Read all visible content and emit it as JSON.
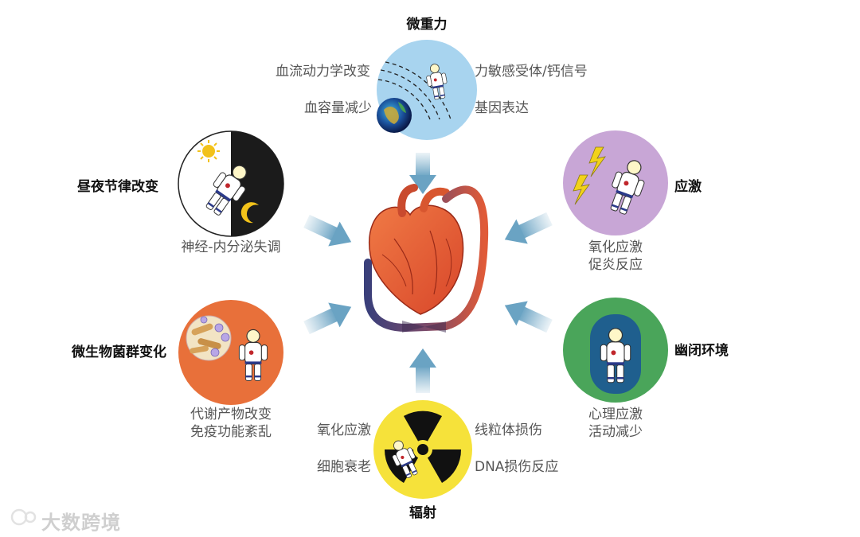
{
  "colors": {
    "arrow": "#7fb0cc",
    "heart": "#e2603a",
    "vein": "#3a3f7a",
    "microgravity_bg": "#a8d4ef",
    "circadian_day": "#ffffff",
    "circadian_night": "#1b1b1b",
    "stress_bg": "#c8a6d6",
    "microbiome_bg": "#e8703a",
    "confinement_bg": "#4aa55a",
    "confinement_inner": "#1f5f8e",
    "radiation_bg": "#f6e23a"
  },
  "factors": {
    "microgravity": {
      "title": "微重力",
      "labels": [
        "血流动力学改变",
        "血容量减少",
        "力敏感受体/钙信号",
        "基因表达"
      ],
      "icon": "astronaut-earth-icon"
    },
    "circadian": {
      "title": "昼夜节律改变",
      "labels": [
        "神经-内分泌失调"
      ],
      "icon": "day-night-icon"
    },
    "stress": {
      "title": "应激",
      "labels": [
        "氧化应激",
        "促炎反应"
      ],
      "icon": "lightning-icon"
    },
    "microbiome": {
      "title": "微生物菌群变化",
      "labels": [
        "代谢产物改变",
        "免疫功能紊乱"
      ],
      "icon": "bacteria-icon"
    },
    "confinement": {
      "title": "幽闭环境",
      "labels": [
        "心理应激",
        "活动减少"
      ],
      "icon": "capsule-icon"
    },
    "radiation": {
      "title": "辐射",
      "labels": [
        "氧化应激",
        "细胞衰老",
        "线粒体损伤",
        "DNA损伤反应"
      ],
      "icon": "radiation-icon"
    }
  },
  "center": {
    "icon": "heart-icon"
  },
  "watermark": {
    "text": "大数跨境"
  }
}
